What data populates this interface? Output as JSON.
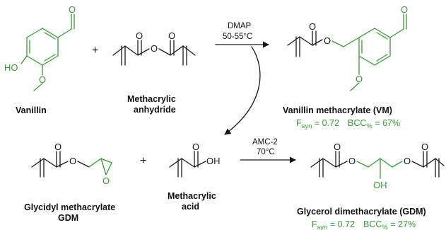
{
  "atoms": {
    "O": "O",
    "OH": "OH",
    "HO": "HO"
  },
  "conditions": {
    "reaction1": {
      "catalyst": "DMAP",
      "temperature": "50-55°C"
    },
    "reaction2": {
      "catalyst": "AMC-2",
      "temperature": "70°C"
    }
  },
  "reaction1": {
    "reactant1": {
      "name": "Vanillin"
    },
    "reactant2": {
      "name_line1": "Methacrylic",
      "name_line2": "anhydride"
    },
    "product": {
      "name": "Vanillin methacrylate (VM)",
      "fsyn_symbol": "F",
      "fsyn_sub": "syn",
      "fsyn_value": " = 0.72",
      "bcc_symbol": "BCC",
      "bcc_sub": "%",
      "bcc_value": " = 67%"
    }
  },
  "reaction2": {
    "reactant1": {
      "name_line1": "Glycidyl methacrylate",
      "name_line2": "GDM"
    },
    "reactant2": {
      "name_line1": "Methacrylic",
      "name_line2": "acid"
    },
    "product": {
      "name": "Glycerol dimethacrylate (GDM)",
      "fsyn_symbol": "F",
      "fsyn_sub": "syn",
      "fsyn_value": " = 0.72",
      "bcc_symbol": "BCC",
      "bcc_sub": "%",
      "bcc_value": " = 27%"
    }
  },
  "plus_sign": "+",
  "colors": {
    "highlight": "#3a9a3a",
    "ink": "#1a1a1a"
  }
}
